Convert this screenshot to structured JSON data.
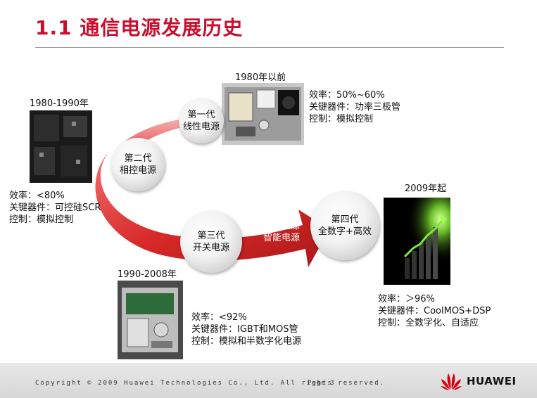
{
  "slide": {
    "title": "1.1 通信电源发展历史"
  },
  "gen1": {
    "caption": "1980年以前",
    "bubble_line1": "第一代",
    "bubble_line2": "线性电源",
    "specs": [
      "效率：50%~60%",
      "关键器件：功率三极管",
      "控制：模拟控制"
    ]
  },
  "gen2": {
    "caption": "1980-1990年",
    "bubble_line1": "第二代",
    "bubble_line2": "相控电源",
    "specs": [
      "效率：<80%",
      "关键器件：可控硅SCR",
      "控制：模拟控制"
    ]
  },
  "gen3": {
    "caption": "1990-2008年",
    "bubble_line1": "第三代",
    "bubble_line2": "开关电源",
    "specs": [
      "效率：<92%",
      "关键器件：IGBT和MOS管",
      "控制：模拟和半数字化电源"
    ]
  },
  "gen4": {
    "caption": "2009年起",
    "bubble_line1": "第四代",
    "bubble_line2": "全数字+高效",
    "specs": [
      "效率：＞96%",
      "关键器件：CoolMOS+DSP",
      "控制：全数字化、自适应"
    ]
  },
  "arrow": {
    "line1": "绿色电源",
    "line2": "智能电源"
  },
  "footer": {
    "copyright": "Copyright © 2009 Huawei Technologies Co., Ltd. All rights reserved.",
    "page": "Page 3",
    "logo_text": "HUAWEI"
  },
  "colors": {
    "accent": "#c8102e",
    "arrow_red": "#cc1f1f"
  }
}
